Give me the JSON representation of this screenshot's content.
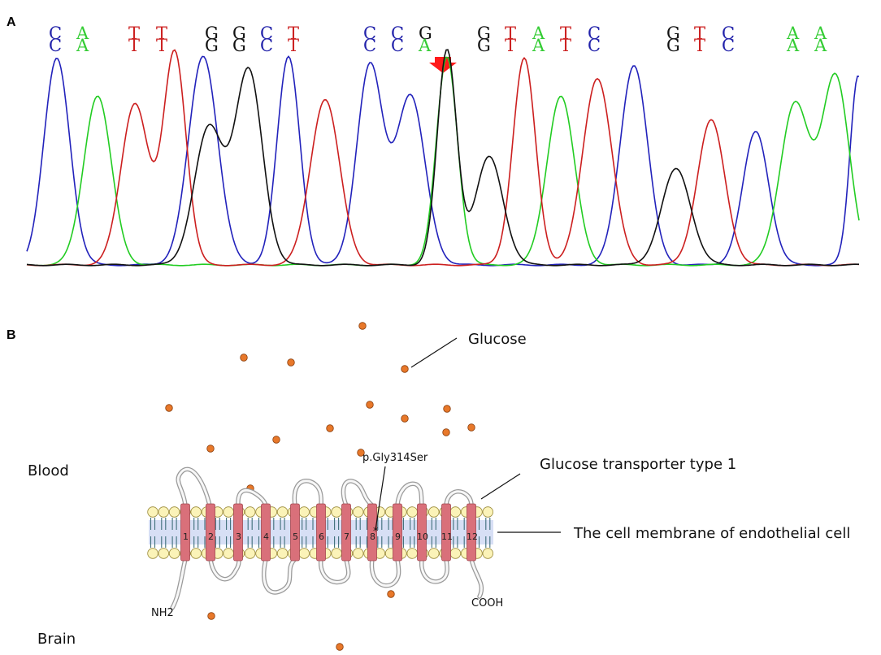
{
  "panels": {
    "a_label": "A",
    "b_label": "B"
  },
  "sequence": {
    "groups": [
      [
        "C",
        "A"
      ],
      [
        "T",
        "T"
      ],
      [
        "G",
        "G",
        "C",
        "T"
      ],
      [
        "C",
        "C",
        "G"
      ],
      [
        "G",
        "T",
        "A",
        "T",
        "C"
      ],
      [
        "G",
        "T",
        "C"
      ],
      [
        "A",
        "A"
      ]
    ],
    "variant_bases": [
      "A"
    ],
    "base_colors": {
      "A": "#33cc33",
      "C": "#2222aa",
      "G": "#111111",
      "T": "#cc2222"
    },
    "mutation_marker": {
      "color": "#ff1a1a",
      "shape": "down-arrow"
    }
  },
  "chromatogram": {
    "trace_colors": {
      "A": "#22cc22",
      "C": "#2222bb",
      "G": "#111111",
      "T": "#cc1f1f"
    }
  },
  "diagram": {
    "labels": {
      "glucose": "Glucose",
      "blood": "Blood",
      "brain": "Brain",
      "mutation": "p.Gly314Ser",
      "transporter": "Glucose transporter type 1",
      "membrane": "The cell membrane of endothelial cell",
      "n_terminus": "NH2",
      "c_terminus": "COOH"
    },
    "helices": [
      "1",
      "2",
      "3",
      "4",
      "5",
      "6",
      "7",
      "8",
      "9",
      "10",
      "11",
      "12"
    ],
    "mutation_symbol": "*",
    "colors": {
      "helix": "#d9707a",
      "lipid_head": "#fbf3b8",
      "membrane_core": "#c9d4f2",
      "loop": "#f7f7f7",
      "glucose": "#e8782a"
    }
  }
}
